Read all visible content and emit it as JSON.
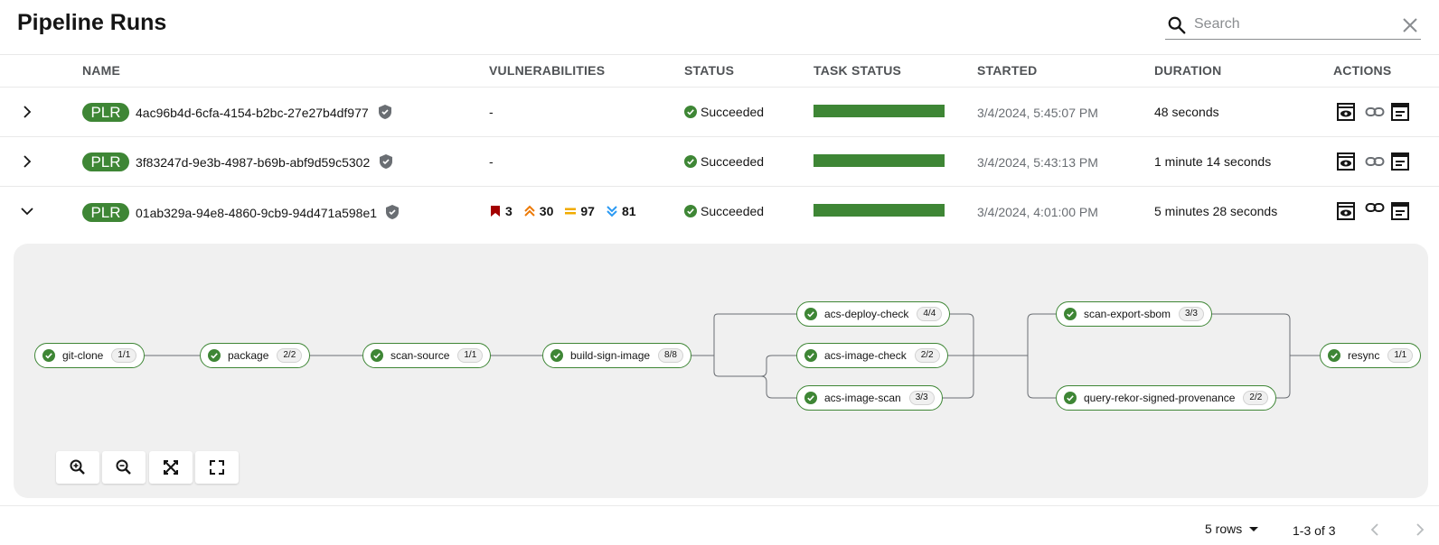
{
  "page": {
    "title": "Pipeline Runs",
    "search": {
      "placeholder": "Search",
      "value": ""
    }
  },
  "table": {
    "columns": [
      "NAME",
      "VULNERABILITIES",
      "STATUS",
      "TASK STATUS",
      "STARTED",
      "DURATION",
      "ACTIONS"
    ],
    "rows": [
      {
        "expanded": false,
        "badge": "PLR",
        "name": "4ac96b4d-6cfa-4154-b2bc-27e27b4df977",
        "vulnerabilities": "-",
        "status": "Succeeded",
        "task_status_fraction": 1.0,
        "started": "3/4/2024, 5:45:07 PM",
        "duration": "48 seconds"
      },
      {
        "expanded": false,
        "badge": "PLR",
        "name": "3f83247d-9e3b-4987-b69b-abf9d59c5302",
        "vulnerabilities": "-",
        "status": "Succeeded",
        "task_status_fraction": 1.0,
        "started": "3/4/2024, 5:43:13 PM",
        "duration": "1 minute 14 seconds"
      },
      {
        "expanded": true,
        "badge": "PLR",
        "name": "01ab329a-94e8-4860-9cb9-94d471a598e1",
        "vulnerabilities": {
          "critical": "3",
          "high": "30",
          "medium": "97",
          "low": "81"
        },
        "status": "Succeeded",
        "task_status_fraction": 1.0,
        "started": "3/4/2024, 4:01:00 PM",
        "duration": "5 minutes 28 seconds"
      }
    ],
    "actions_icons": [
      "view-logs-icon",
      "link-icon",
      "details-icon"
    ]
  },
  "pipeline_graph": {
    "nodes": [
      {
        "id": "git-clone",
        "label": "git-clone",
        "count": "1/1"
      },
      {
        "id": "package",
        "label": "package",
        "count": "2/2"
      },
      {
        "id": "scan-source",
        "label": "scan-source",
        "count": "1/1"
      },
      {
        "id": "build-sign-image",
        "label": "build-sign-image",
        "count": "8/8"
      },
      {
        "id": "acs-deploy-check",
        "label": "acs-deploy-check",
        "count": "4/4"
      },
      {
        "id": "acs-image-check",
        "label": "acs-image-check",
        "count": "2/2"
      },
      {
        "id": "acs-image-scan",
        "label": "acs-image-scan",
        "count": "3/3"
      },
      {
        "id": "scan-export-sbom",
        "label": "scan-export-sbom",
        "count": "3/3"
      },
      {
        "id": "query-rekor-signed-provenance",
        "label": "query-rekor-signed-provenance",
        "count": "2/2"
      },
      {
        "id": "resync",
        "label": "resync",
        "count": "1/1"
      }
    ],
    "controls": [
      "zoom-in-icon",
      "zoom-out-icon",
      "fit-to-screen-icon",
      "fullscreen-icon"
    ]
  },
  "pagination": {
    "per_page": "5 rows",
    "range": "1-3 of 3"
  },
  "colors": {
    "success": "#3e8635",
    "critical": "#a30000",
    "high": "#ec7a08",
    "medium": "#f0ab00",
    "low": "#2b9af3"
  }
}
